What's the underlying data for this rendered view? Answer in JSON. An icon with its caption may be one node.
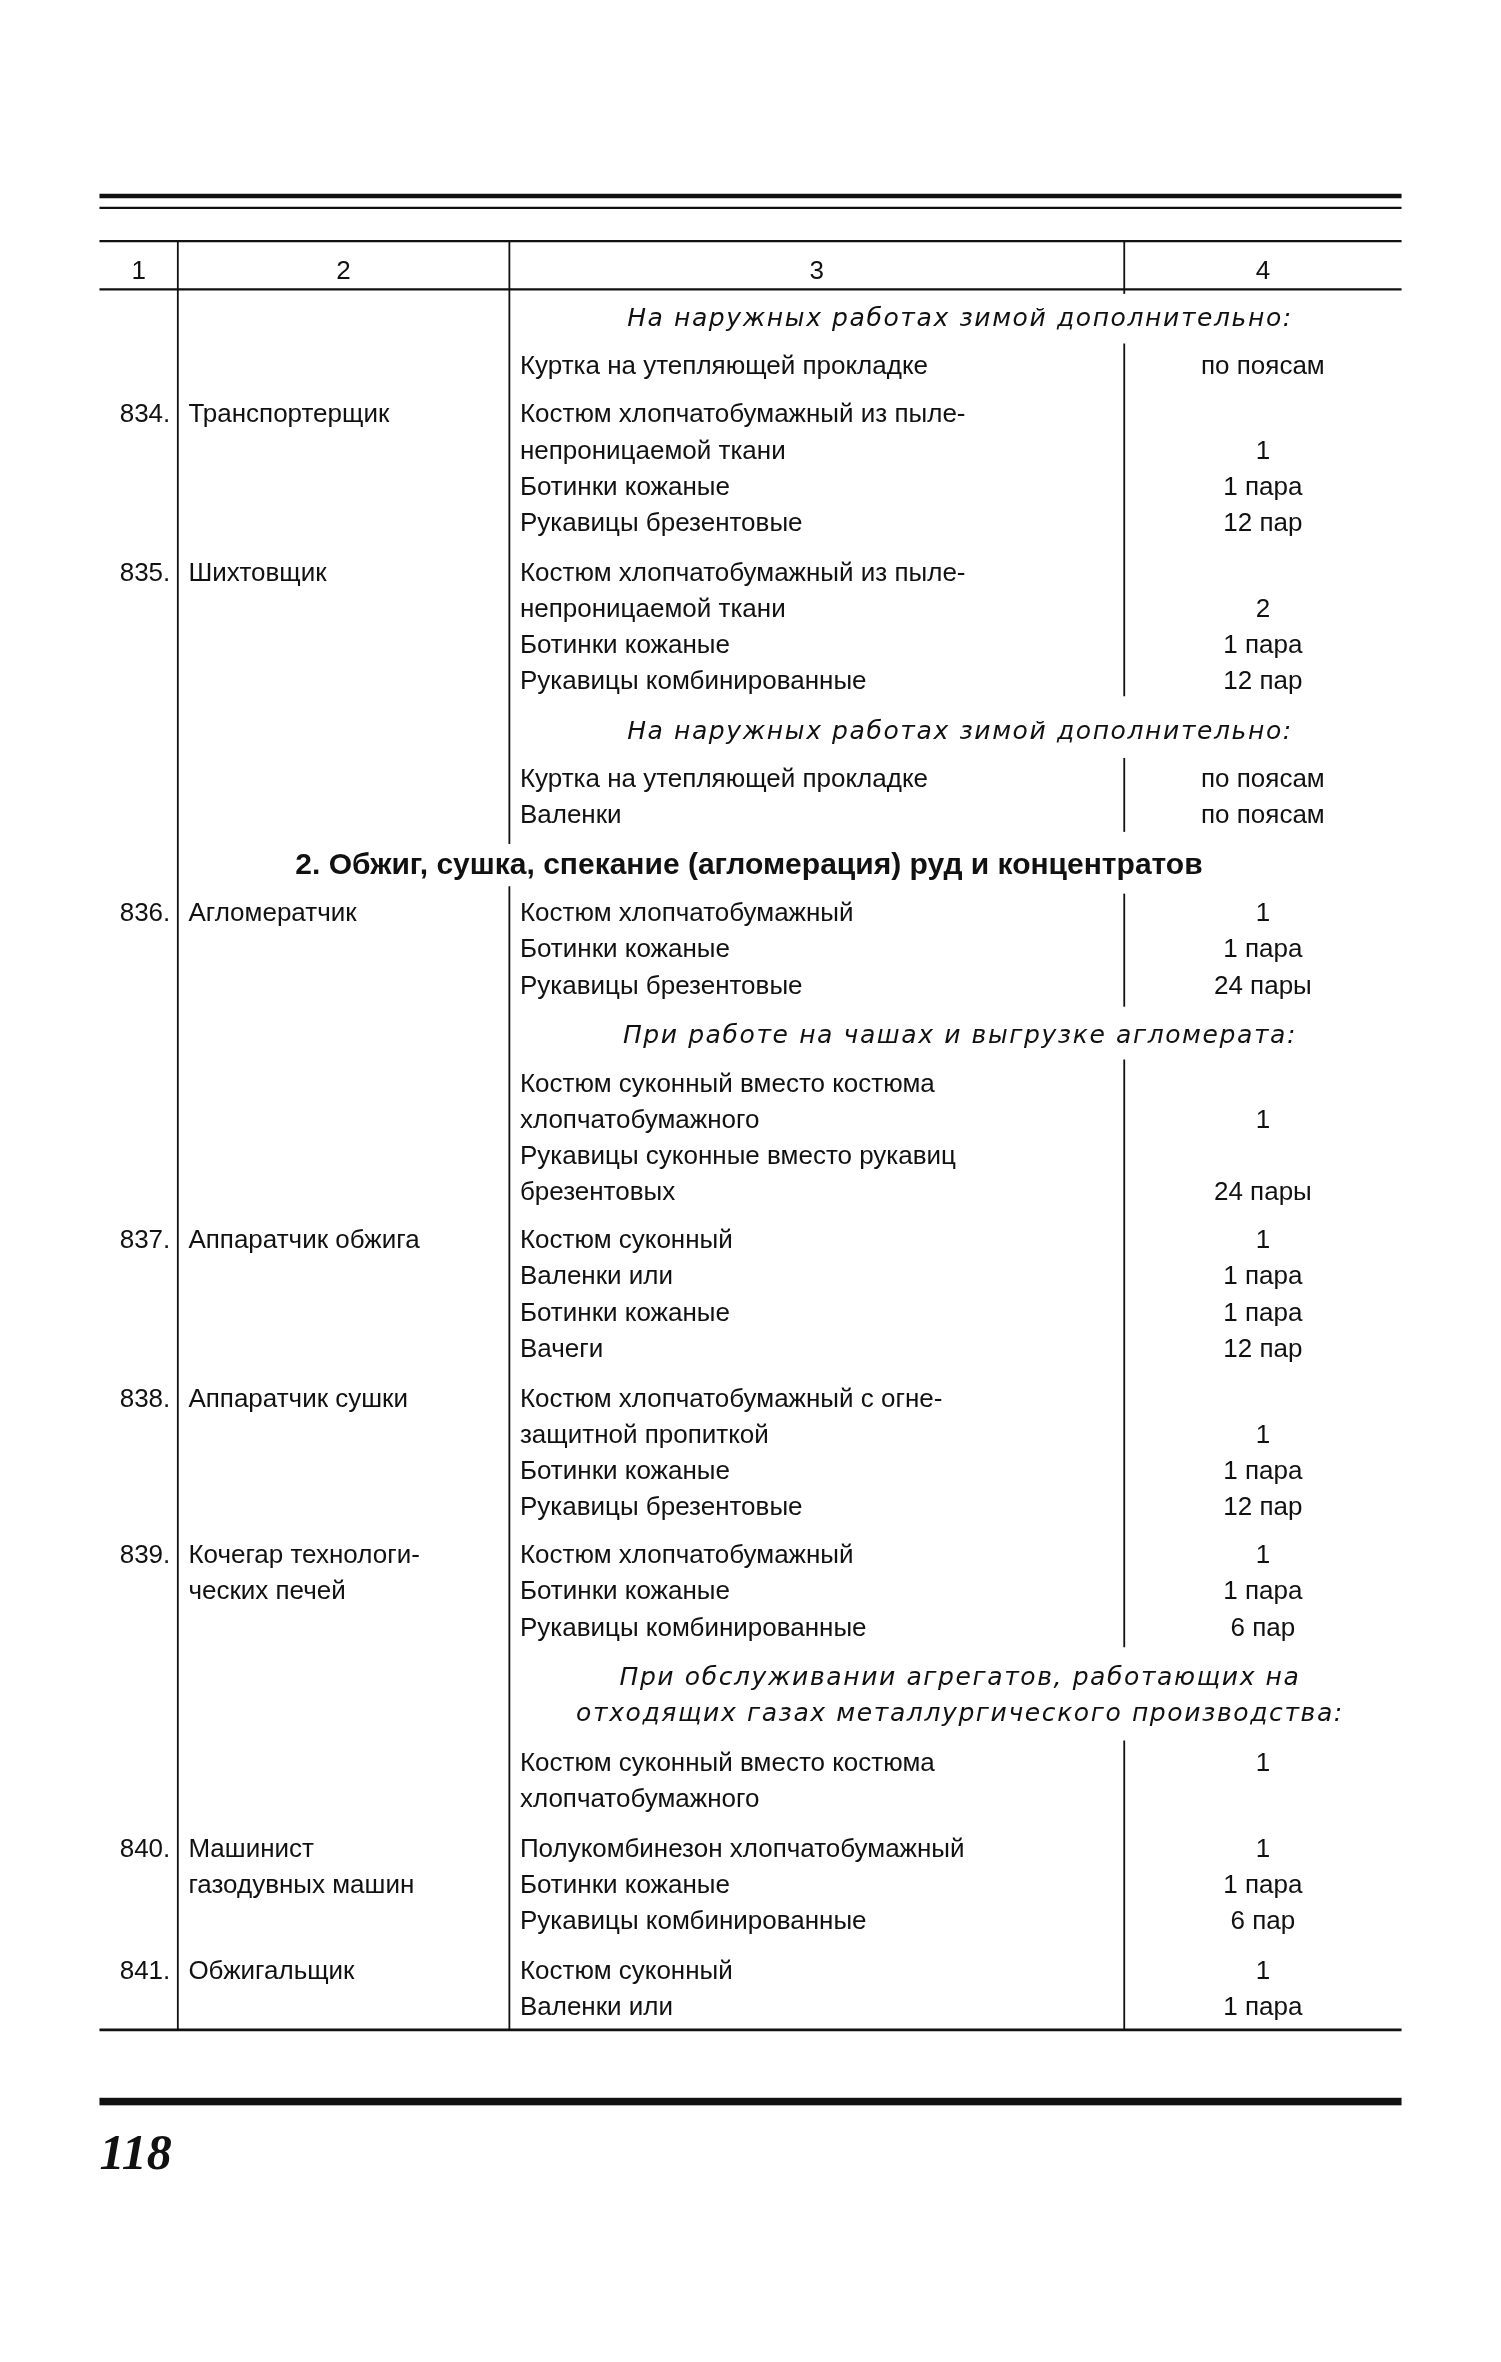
{
  "diagram": {
    "labels": [
      "1",
      "2",
      "3",
      "4",
      "На наружных работах зимой дополнительно:",
      "Куртка на утепляющей прокладке",
      "по поясам",
      "834.",
      "Транспортерщик",
      "Костюм хлопчатобумажный из пыле-",
      "непроницаемой ткани",
      "1",
      "Ботинки кожаные",
      "1 пара",
      "Рукавицы брезентовые",
      "12 пар",
      "835.",
      "Шихтовщик",
      "Костюм хлопчатобумажный из пыле-",
      "непроницаемой ткани",
      "2",
      "Ботинки кожаные",
      "1 пара",
      "Рукавицы комбинированные",
      "12 пар",
      "На наружных работах зимой дополнительно:",
      "Куртка на утепляющей прокладке",
      "по поясам",
      "Валенки",
      "по поясам",
      "2. Обжиг, сушка, спекание (агломерация) руд и концентратов",
      "836.",
      "Агломератчик",
      "Костюм хлопчатобумажный",
      "1",
      "Ботинки кожаные",
      "1 пара",
      "Рукавицы брезентовые",
      "24 пары",
      "При работе на чашах и выгрузке агломерата:",
      "Костюм суконный вместо костюма",
      "хлопчатобумажного",
      "1",
      "Рукавицы суконные вместо рукавиц",
      "брезентовых",
      "24 пары",
      "837.",
      "Аппаратчик обжига",
      "Костюм суконный",
      "1",
      "Валенки или",
      "1 пара",
      "Ботинки кожаные",
      "1 пара",
      "Вачеги",
      "12 пар",
      "838.",
      "Аппаратчик сушки",
      "Костюм хлопчатобумажный с огне-",
      "защитной пропиткой",
      "1",
      "Ботинки кожаные",
      "1 пара",
      "Рукавицы брезентовые",
      "12 пар",
      "839.",
      "Кочегар технологи-",
      "Костюм хлопчатобумажный",
      "1",
      "ческих печей",
      "Ботинки кожаные",
      "1 пара",
      "Рукавицы комбинированные",
      "6 пар",
      "При обслуживании агрегатов, работающих на",
      "отходящих газах металлургического производства:",
      "Костюм суконный вместо костюма",
      "1",
      "хлопчатобумажного",
      "840.",
      "Машинист",
      "Полукомбинезон хлопчатобумажный",
      "1",
      "газодувных машин",
      "Ботинки кожаные",
      "1 пара",
      "Рукавицы комбинированные",
      "6 пар",
      "841.",
      "Обжигальщик",
      "Костюм суконный",
      "1",
      "Валенки или",
      "1 пара",
      "118"
    ]
  }
}
